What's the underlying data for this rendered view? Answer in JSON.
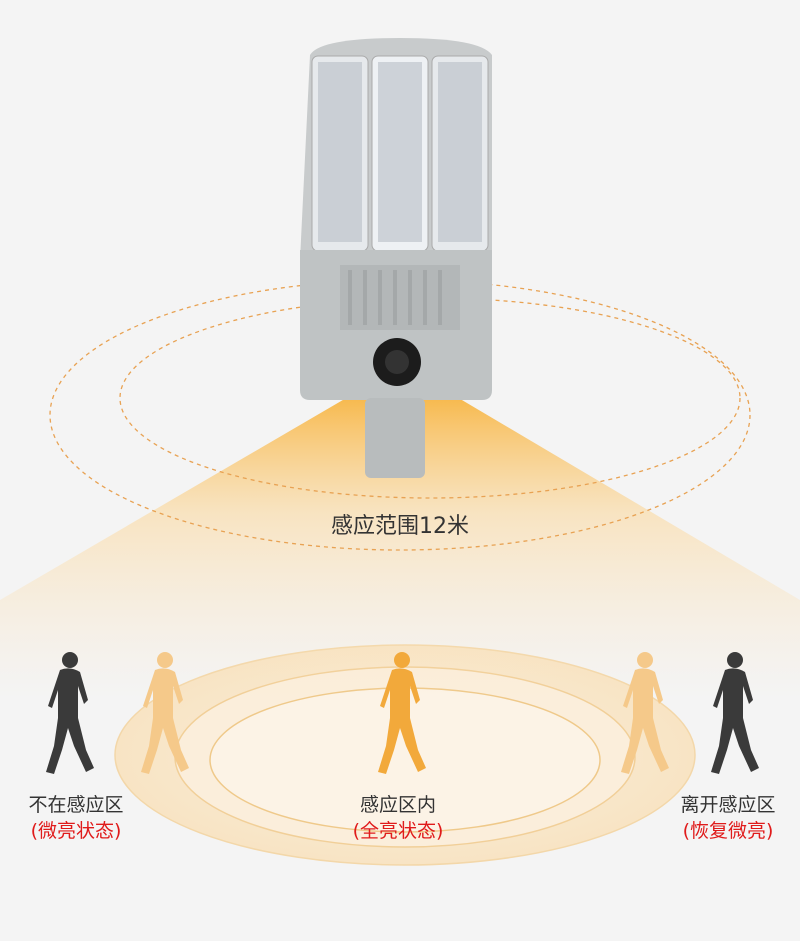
{
  "range_label": "感应范围12米",
  "states": [
    {
      "title": "不在感应区",
      "status": "(微亮状态)"
    },
    {
      "title": "感应区内",
      "status": "(全亮状态)"
    },
    {
      "title": "离开感应区",
      "status": "(恢复微亮)"
    }
  ],
  "colors": {
    "glow": "#f5a623",
    "status_text": "#e01b1b",
    "person_dark": "#3a3a3a",
    "person_light": "#f5c98a",
    "person_active": "#f2a93b"
  }
}
